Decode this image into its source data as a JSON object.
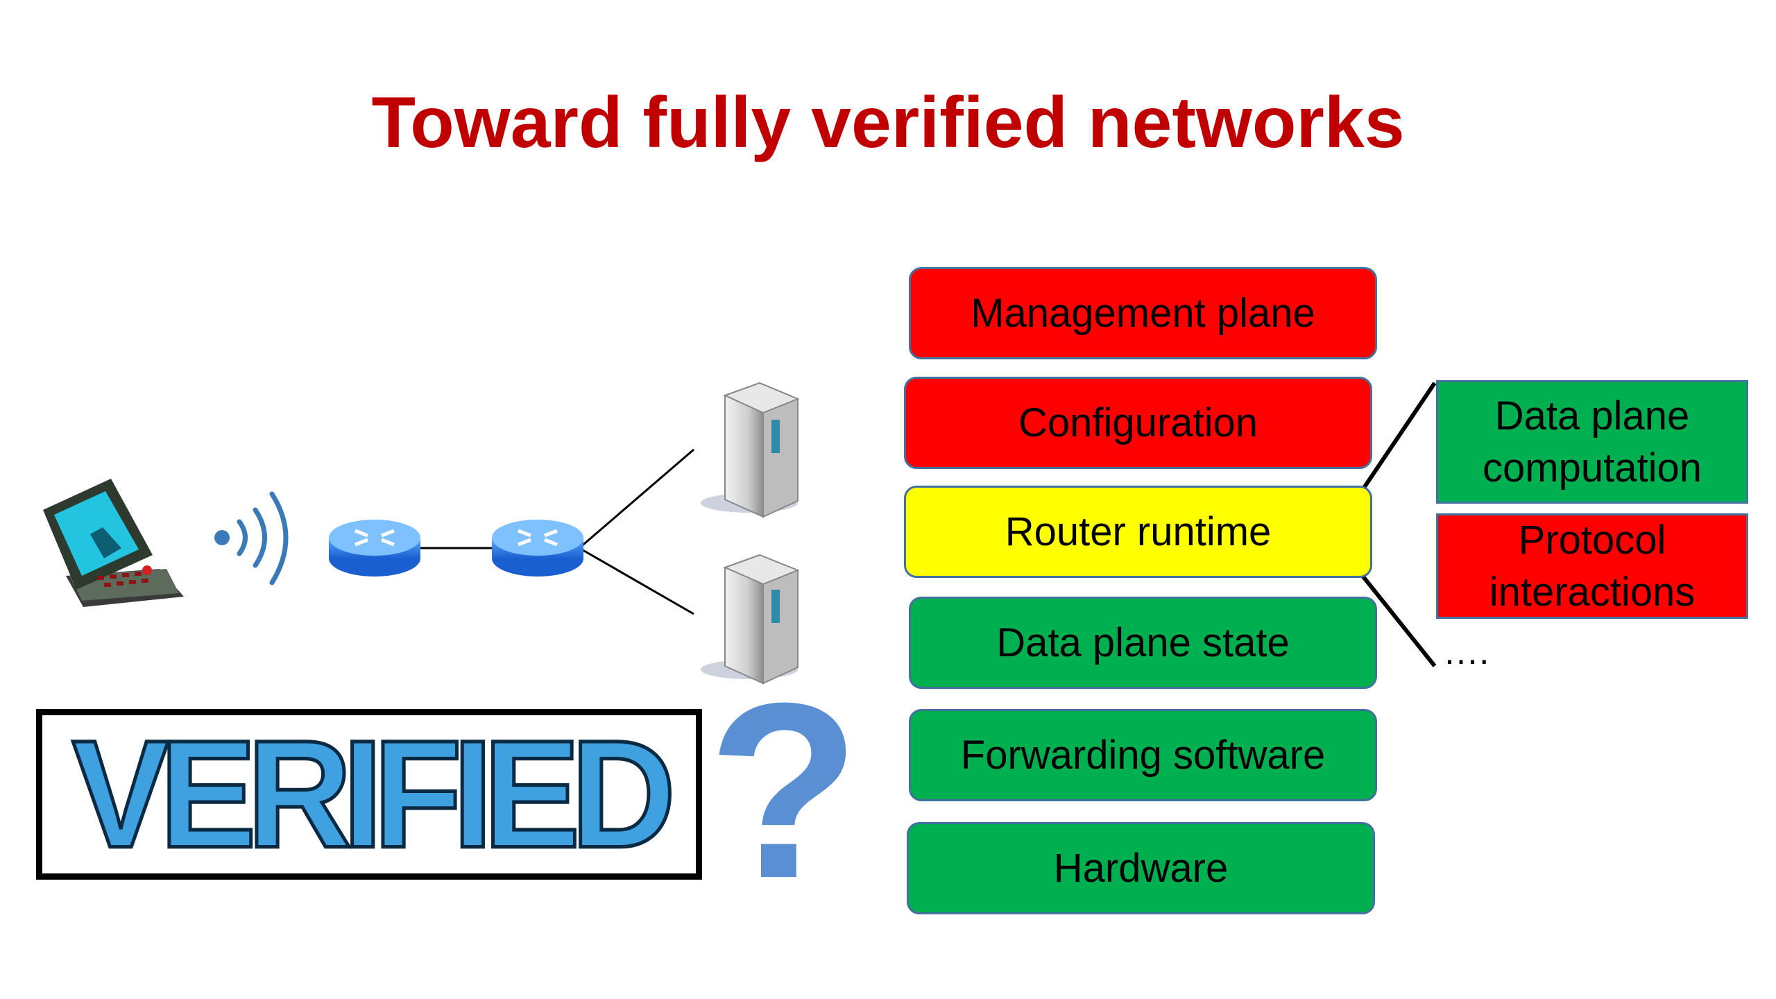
{
  "title": "Toward fully verified networks",
  "layers": [
    {
      "label": "Management plane",
      "color": "#ff0000"
    },
    {
      "label": "Configuration",
      "color": "#ff0000"
    },
    {
      "label": "Router runtime",
      "color": "#ffff00"
    },
    {
      "label": "Data plane state",
      "color": "#00b050"
    },
    {
      "label": "Forwarding software",
      "color": "#00b050"
    },
    {
      "label": "Hardware",
      "color": "#00b050"
    }
  ],
  "runtime_details": [
    {
      "label": "Data plane computation",
      "color": "#00b050"
    },
    {
      "label": "Protocol interactions",
      "color": "#ff0000"
    }
  ],
  "runtime_more": "….",
  "badge": {
    "text": "VERIFIED",
    "mark": "?"
  },
  "icons": [
    "laptop-icon",
    "wireless-signal-icon",
    "router-icon",
    "server-icon"
  ],
  "colors": {
    "title": "#c00000",
    "badge_blue": "#3fa1e0",
    "question_blue": "#5b8fd4"
  }
}
